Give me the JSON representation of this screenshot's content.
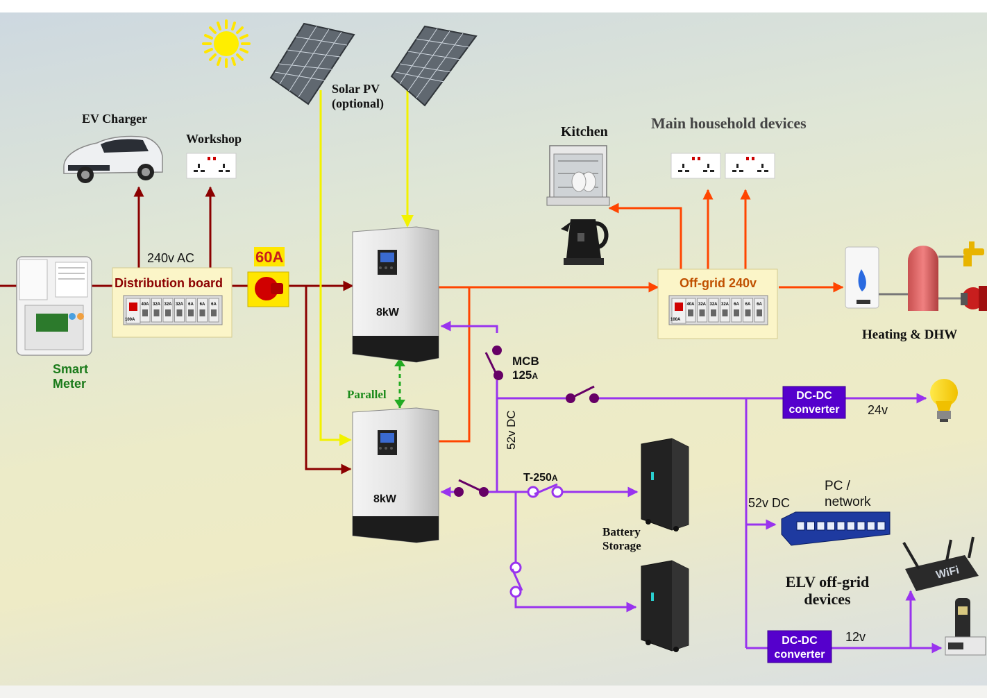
{
  "labels": {
    "ev_charger": "EV Charger",
    "workshop": "Workshop",
    "solar_pv_line1": "Solar PV",
    "solar_pv_line2": "(optional)",
    "kitchen": "Kitchen",
    "main_household": "Main household devices",
    "voltage_ac": "240v AC",
    "distribution_board": "Distribution board",
    "breaker_rating": "60A",
    "offgrid_240": "Off-grid 240v",
    "smart_meter_line1": "Smart",
    "smart_meter_line2": "Meter",
    "inverter_top_power": "8kW",
    "inverter_bottom_power": "8kW",
    "parallel": "Parallel",
    "mcb_line1": "MCB",
    "mcb_rating": "125",
    "mcb_unit": "A",
    "dc_bus_vertical": "52v DC",
    "dcdc_top_line1": "DC-DC",
    "dcdc_top_line2": "converter",
    "volt_24": "24v",
    "fuse_label": "T-250",
    "fuse_unit": "A",
    "dc_52_label": "52v DC",
    "pc_network_line1": "PC /",
    "pc_network_line2": "network",
    "battery_line1": "Battery",
    "battery_line2": "Storage",
    "elv_line1": "ELV off-grid",
    "elv_line2": "devices",
    "dcdc_bottom_line1": "DC-DC",
    "dcdc_bottom_line2": "converter",
    "volt_12": "12v",
    "heating": "Heating & DHW",
    "wifi_text": "WiFi"
  },
  "breakers": {
    "main": "100A",
    "ways": [
      "40A",
      "32A",
      "32A",
      "32A",
      "6A",
      "6A",
      "6A"
    ]
  },
  "colors": {
    "grid_ac": "#8b0000",
    "offgrid_ac": "#ff4500",
    "solar": "#f2f200",
    "dc": "#9933ee",
    "dc_dark": "#660066",
    "parallel": "#22aa22",
    "dark_red_text": "#8b0000",
    "orange_text": "#c05000",
    "green_text": "#1a7a1a",
    "converter_bg": "#5500cc"
  },
  "icons": [
    "sun-icon",
    "solar-panel-icon",
    "car-icon",
    "socket-icon",
    "dishwasher-icon",
    "kettle-icon",
    "smart-meter-icon",
    "isolator-switch-icon",
    "inverter-icon",
    "battery-icon",
    "lightbulb-icon",
    "network-switch-icon",
    "wifi-router-icon",
    "cordless-phone-icon",
    "boiler-icon",
    "hot-water-cylinder-icon",
    "tap-icon",
    "pump-icon"
  ]
}
